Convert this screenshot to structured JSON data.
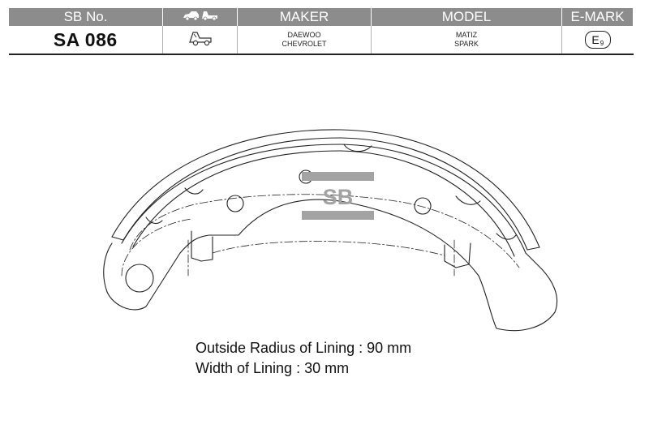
{
  "table": {
    "headers": {
      "sb_no": "SB No.",
      "maker": "MAKER",
      "model": "MODEL",
      "emark": "E-MARK"
    },
    "row": {
      "sb_no": "SA 086",
      "maker_lines": [
        "DAEWOO",
        "CHEVROLET"
      ],
      "model_lines": [
        "MATIZ",
        "SPARK"
      ],
      "emark_letter": "E",
      "emark_number": "9"
    }
  },
  "logo_text": "SB",
  "specs": {
    "radius_label": "Outside Radius of Lining",
    "radius_value": "90 mm",
    "width_label": "Width of Lining",
    "width_value": "30 mm"
  },
  "icons": {
    "vehicle_header": "car-and-vehicle-icon",
    "vehicle_row": "vehicle-type-icon"
  },
  "colors": {
    "header_bg": "#8c8c8c",
    "logo_gray": "#a3a3a3"
  }
}
